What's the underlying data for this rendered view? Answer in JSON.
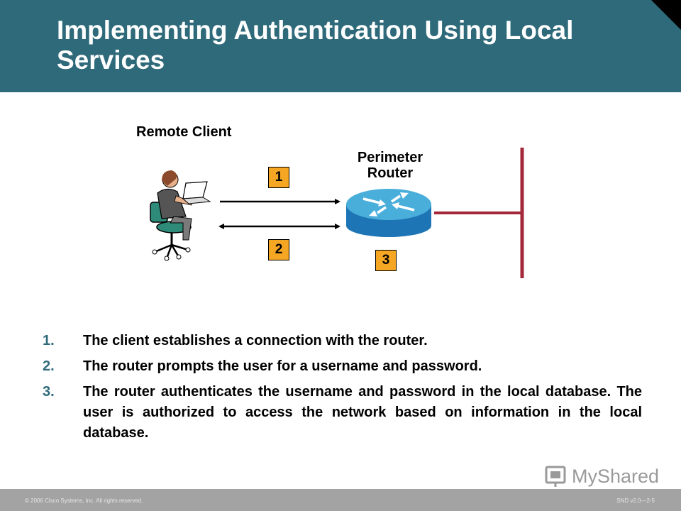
{
  "slide": {
    "title": "Implementing Authentication Using Local Services"
  },
  "diagram": {
    "remote_client_label": "Remote Client",
    "router_label_line1": "Perimeter",
    "router_label_line2": "Router",
    "step_badges": [
      "1",
      "2",
      "3"
    ]
  },
  "steps": [
    {
      "number": "1.",
      "text": "The client establishes a connection with the router."
    },
    {
      "number": "2.",
      "text": "The router prompts the user for a username and password."
    },
    {
      "number": "3.",
      "text": "The router authenticates the username and password in the local database. The user is authorized to access the network based on information in the local database."
    }
  ],
  "footer": {
    "copyright": "© 2006 Cisco Systems, Inc. All rights reserved.",
    "course_code": "SND v2.0—2-5"
  },
  "watermark": {
    "text": "MyShared"
  },
  "colors": {
    "header_bg": "#2e6a7a",
    "badge": "#f5a623",
    "network_line": "#a3283a",
    "router_top": "#4aaedb",
    "router_side": "#1e75b5",
    "footer_bg": "#a3a3a3"
  }
}
